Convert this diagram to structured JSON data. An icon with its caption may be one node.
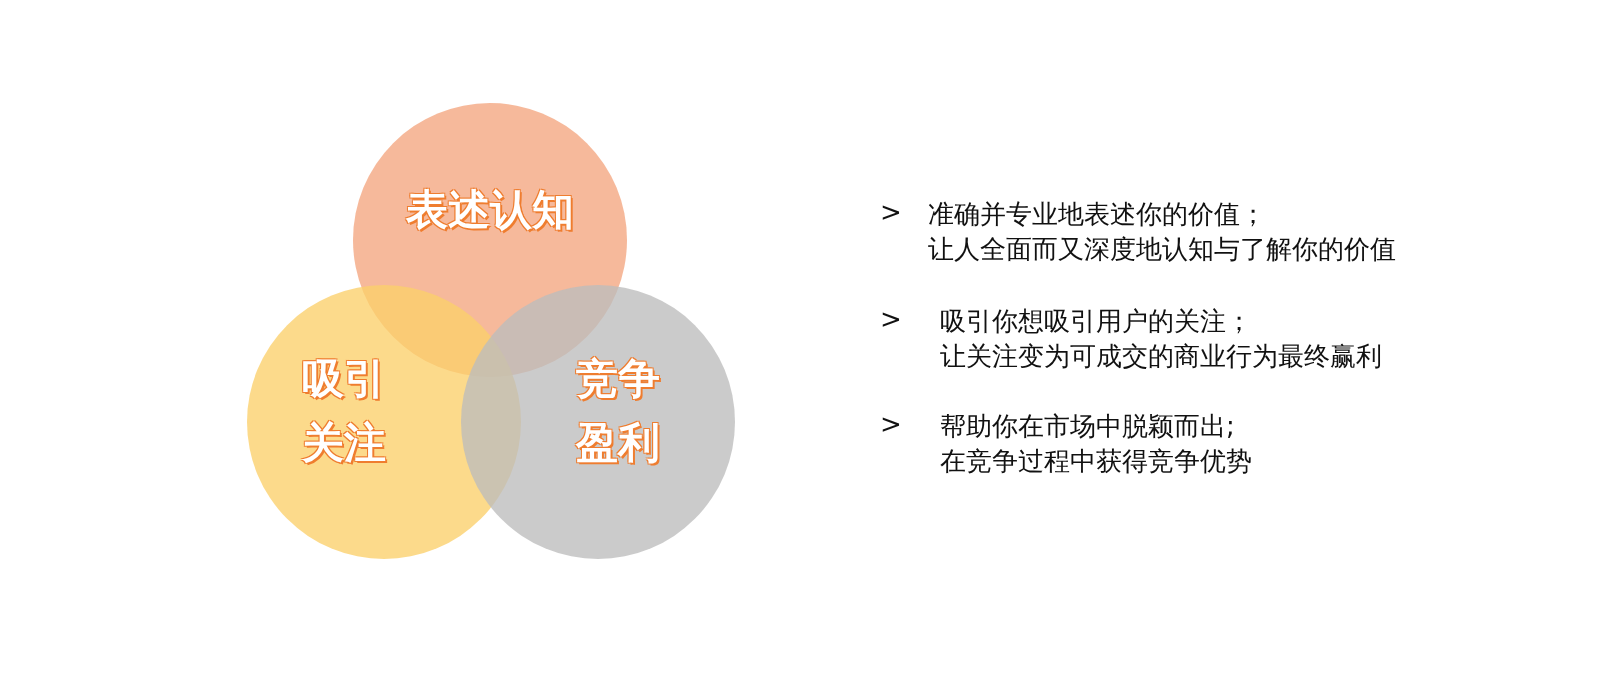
{
  "diagram": {
    "nodes": [
      {
        "text": [
          "表述认知"
        ]
      },
      {
        "text": [
          "吸引关注"
        ]
      },
      {
        "text": [
          "竞争盈利"
        ]
      }
    ],
    "labels": [
      ">",
      "准确并专业地表述你的价值；",
      "让人全面而又深度地认知与了解你的价值",
      ">",
      "吸引你想吸引用户的关注；",
      "让关注变为可成交的商业行为最终赢利",
      ">",
      "帮助你在市场中脱颖而出;",
      "在竞争过程中获得竞争优势"
    ]
  }
}
